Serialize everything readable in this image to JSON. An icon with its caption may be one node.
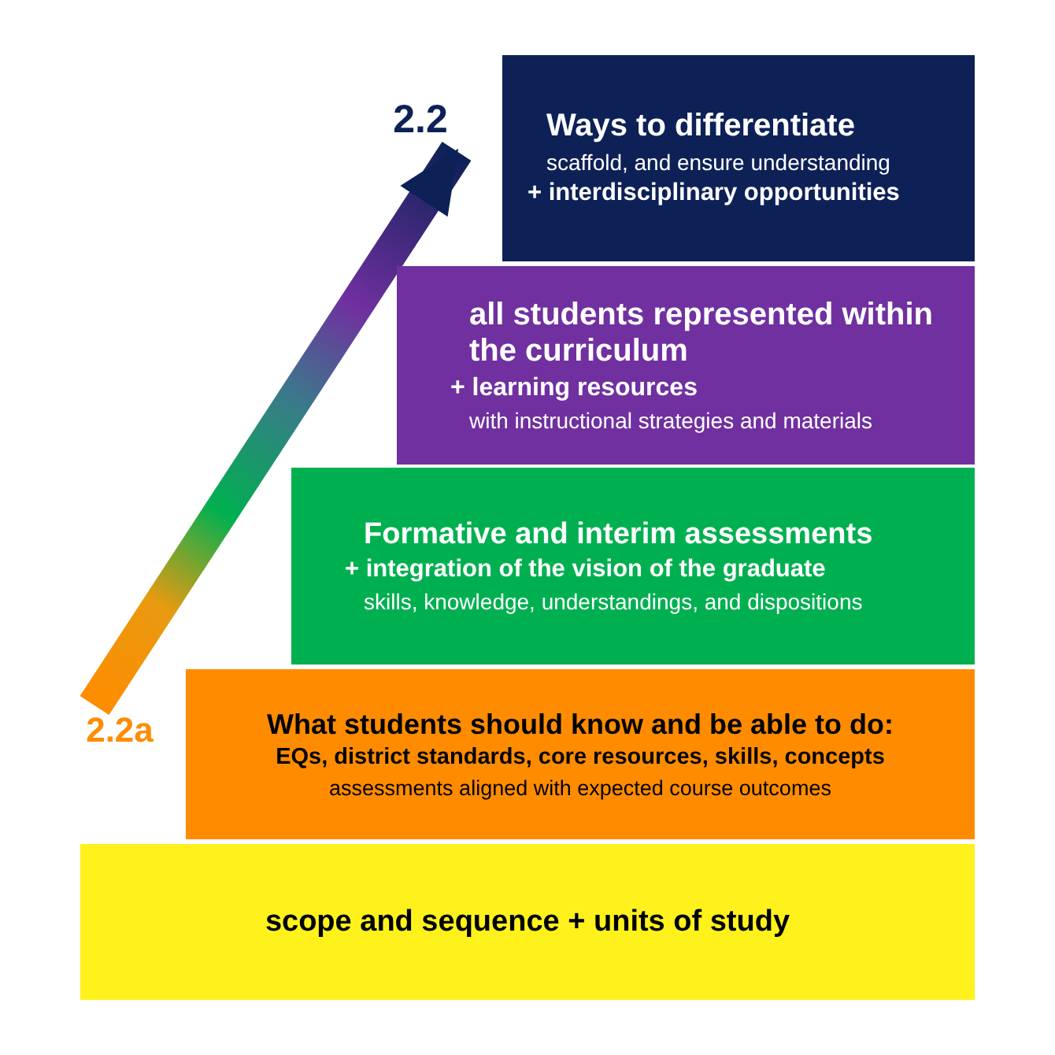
{
  "diagram": {
    "nodes": [
      {
        "text": [
          "2.2"
        ]
      },
      {
        "text": [
          "Ways to differentiate",
          "scaffold, and ensure understanding",
          "+ interdisciplinary opportunities"
        ]
      },
      {
        "text": [
          "all students represented within the curriculum",
          "+ learning resources",
          "with instructional strategies and materials"
        ]
      },
      {
        "text": [
          "Formative and interim assessments",
          "+ integration of the vision of the graduate",
          "skills, knowledge, understandings, and dispositions"
        ]
      },
      {
        "text": [
          "2.2a"
        ]
      },
      {
        "text": [
          "What students should know and be able to do:",
          "EQs, district standards, core resources, skills, concepts",
          "assessments aligned with expected course outcomes"
        ]
      },
      {
        "text": [
          "scope and sequence + units of study"
        ]
      }
    ],
    "edges": [
      {
        "from": 4,
        "to": 0,
        "arrow": "to"
      }
    ]
  }
}
